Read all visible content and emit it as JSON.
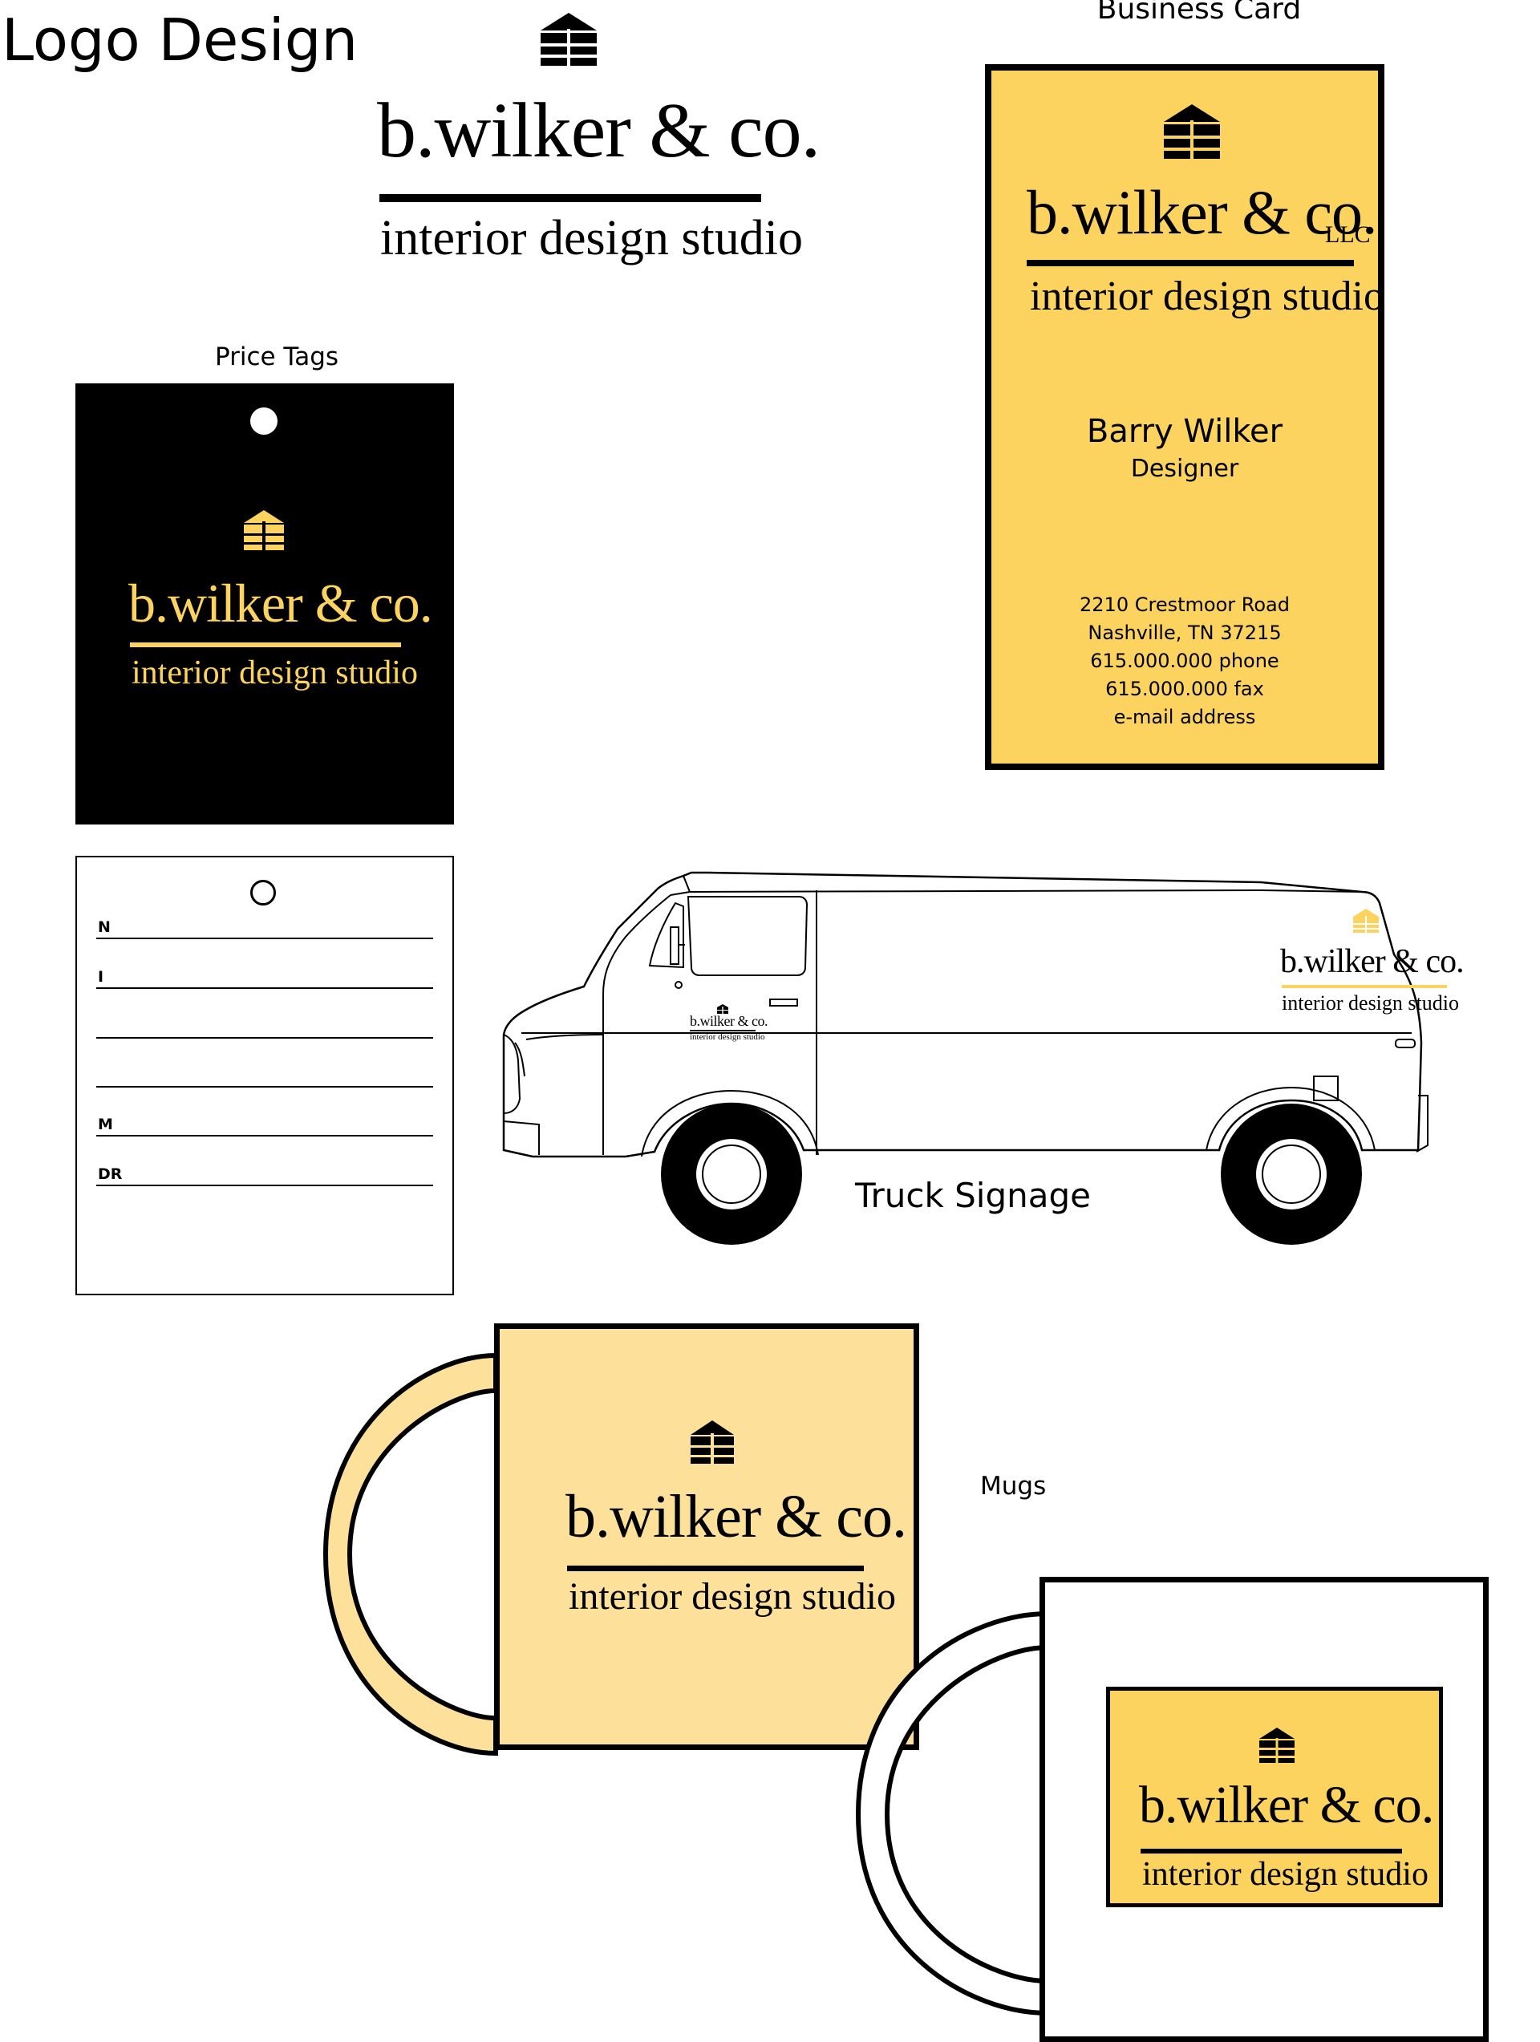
{
  "headings": {
    "logo_design": "Logo Design",
    "business_card": "Business Card",
    "price_tags": "Price Tags",
    "truck_signage": "Truck Signage",
    "mugs": "Mugs"
  },
  "brand": {
    "name": "b.wilker & co.",
    "name_short": "b.wilker",
    "name_card": "b.wilker & co.",
    "suffix": "LLC",
    "tagline": "interior design studio",
    "icon": "house-window-icon"
  },
  "business_card": {
    "person_name": "Barry Wilker",
    "title": "Designer",
    "address_line1": "2210 Crestmoor Road",
    "address_line2": "Nashville,  TN  37215",
    "phone": "615.000.000 phone",
    "fax": "615.000.000 fax",
    "email": "e-mail address"
  },
  "price_tag_blank": {
    "fields": [
      "N",
      "I",
      "",
      "",
      "M",
      "DR"
    ]
  },
  "colors": {
    "brand_yellow": "#fcd35f",
    "mug_light_yellow": "#fde09a",
    "black": "#000000",
    "white": "#ffffff"
  }
}
